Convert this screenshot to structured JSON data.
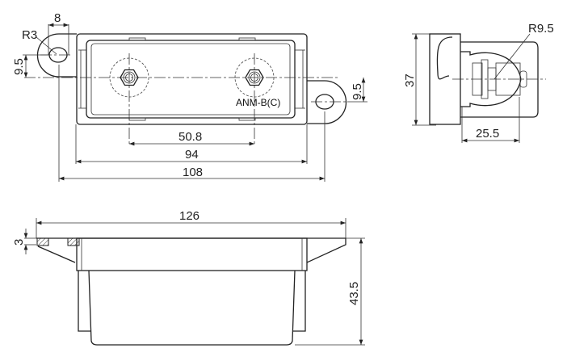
{
  "top_view": {
    "part_label": "ANM-B(C)",
    "dims": {
      "tab_width": "8",
      "tab_radius": "R3",
      "left_offset": "9.5",
      "right_offset": "9.5",
      "stud_spacing": "50.8",
      "body_length": "94",
      "hole_spacing": "108"
    }
  },
  "side_view": {
    "dims": {
      "height": "37",
      "cover_radius": "R9.5",
      "depth": "25.5"
    }
  },
  "front_view": {
    "dims": {
      "overall_length": "126",
      "flange_thickness": "3",
      "overall_height": "43.5"
    }
  }
}
